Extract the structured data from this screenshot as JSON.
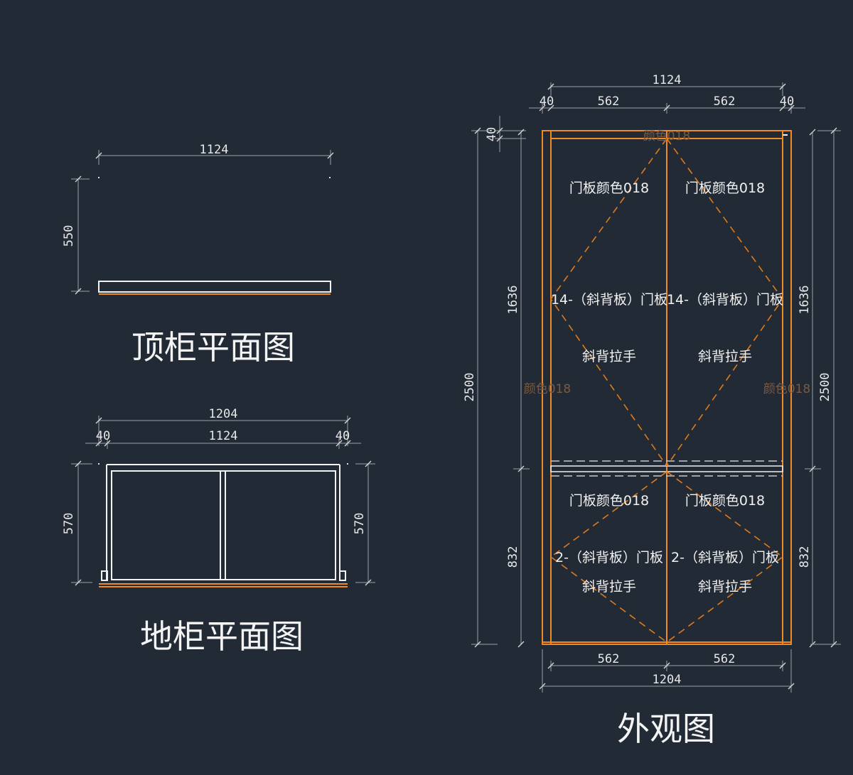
{
  "colors": {
    "background": "#222a35",
    "outline": "#f08a24",
    "line": "#f2f2f2",
    "dimension": "#9aa0a6"
  },
  "top_cabinet": {
    "title": "顶柜平面图",
    "width": "1124",
    "depth": "550"
  },
  "floor_cabinet": {
    "title": "地柜平面图",
    "total_width": "1204",
    "left_side": "40",
    "inner_width": "1124",
    "right_side": "40",
    "depth_left": "570",
    "depth_right": "570"
  },
  "elevation": {
    "title": "外观图",
    "top_total": "1124",
    "top_left_side": "40",
    "top_left_door": "562",
    "top_right_door": "562",
    "top_right_side": "40",
    "top_board": "40",
    "overall_height_left": "2500",
    "overall_height_right": "2500",
    "upper_height_left": "1636",
    "upper_height_right": "1636",
    "lower_height_left": "832",
    "lower_height_right": "832",
    "bottom_left_door": "562",
    "bottom_right_door": "562",
    "bottom_total": "1204",
    "top_panel_color": "颜色018",
    "left_side_color": "颜色018",
    "right_side_color": "颜色018",
    "upper_left_color": "门板颜色018",
    "upper_right_color": "门板颜色018",
    "upper_left_door": "14-（斜背板）门板",
    "upper_right_door": "14-（斜背板）门板",
    "upper_left_handle": "斜背拉手",
    "upper_right_handle": "斜背拉手",
    "lower_left_color": "门板颜色018",
    "lower_right_color": "门板颜色018",
    "lower_left_door": "2-（斜背板）门板",
    "lower_right_door": "2-（斜背板）门板",
    "lower_left_handle": "斜背拉手",
    "lower_right_handle": "斜背拉手"
  }
}
